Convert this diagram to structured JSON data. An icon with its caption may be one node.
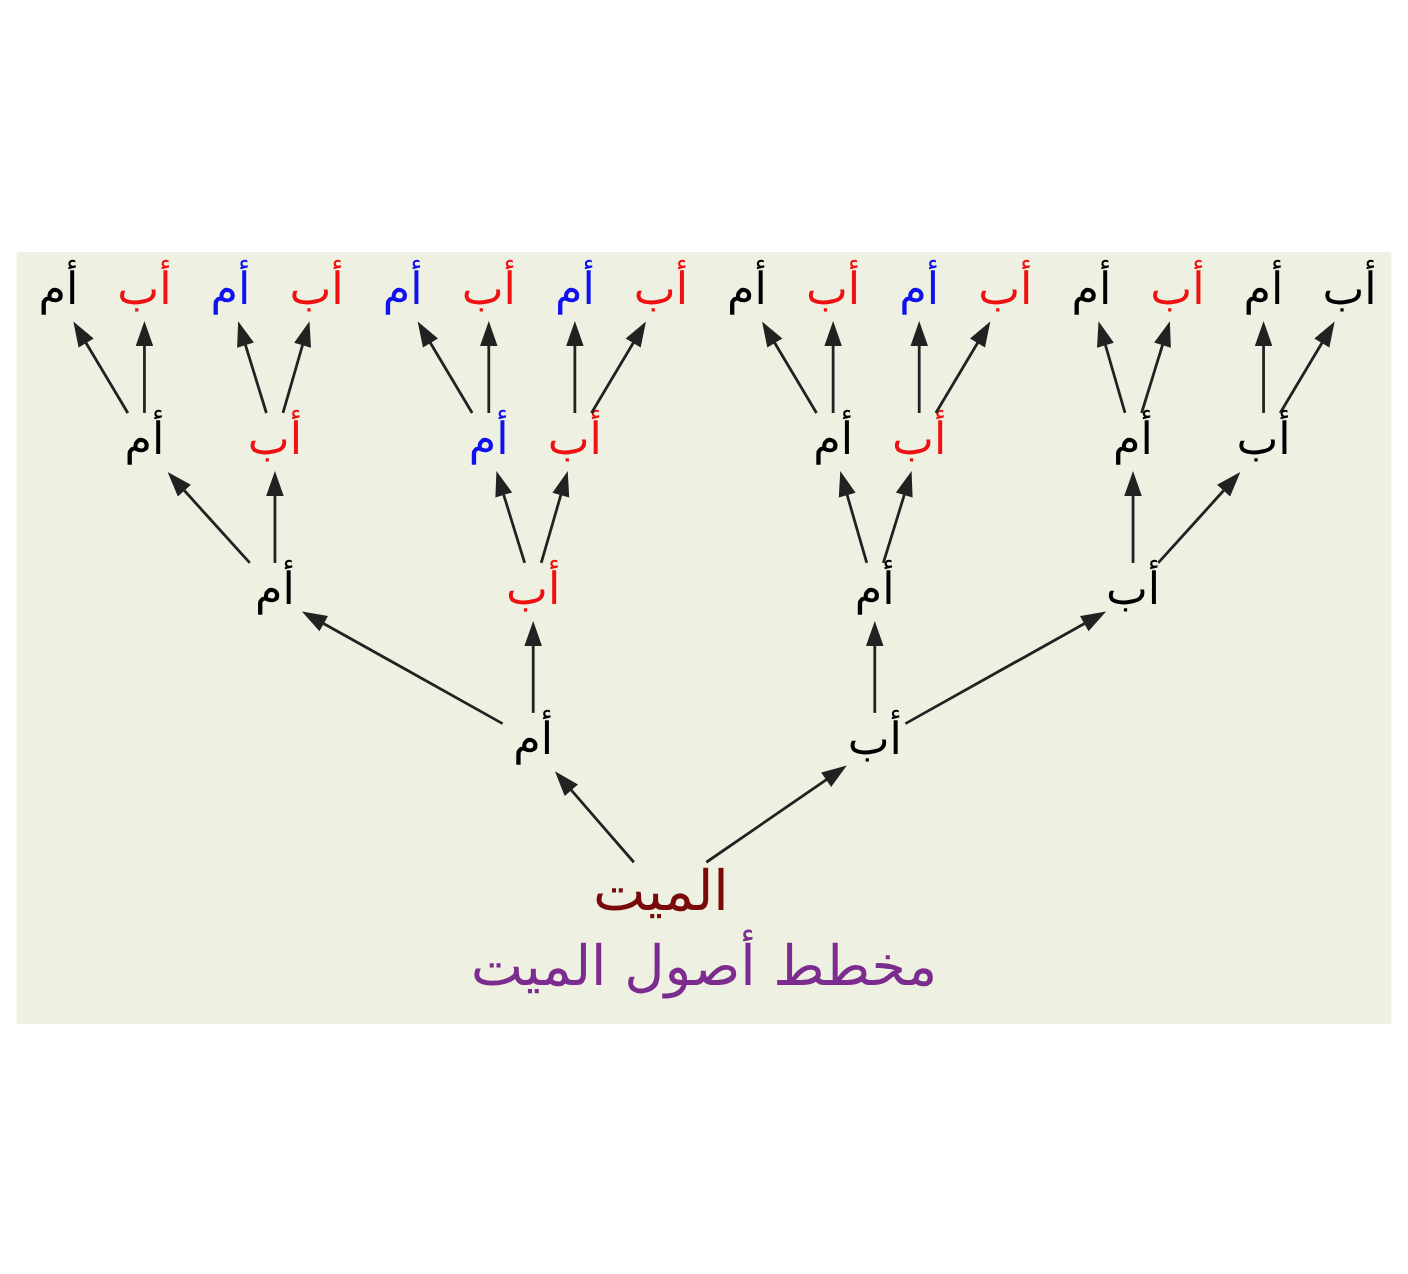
{
  "diagram": {
    "caption": "مخطط أصول الميت",
    "nodes": [
      {
        "text": [
          "أم"
        ]
      },
      {
        "text": [
          "أب"
        ]
      },
      {
        "text": [
          "أم"
        ]
      },
      {
        "text": [
          "أب"
        ]
      },
      {
        "text": [
          "أم"
        ]
      },
      {
        "text": [
          "أب"
        ]
      },
      {
        "text": [
          "أم"
        ]
      },
      {
        "text": [
          "أب"
        ]
      },
      {
        "text": [
          "أم"
        ]
      },
      {
        "text": [
          "أب"
        ]
      },
      {
        "text": [
          "أم"
        ]
      },
      {
        "text": [
          "أب"
        ]
      },
      {
        "text": [
          "أم"
        ]
      },
      {
        "text": [
          "أب"
        ]
      },
      {
        "text": [
          "أم"
        ]
      },
      {
        "text": [
          "أب"
        ]
      },
      {
        "text": [
          "أم"
        ]
      },
      {
        "text": [
          "أب"
        ]
      },
      {
        "text": [
          "أم"
        ]
      },
      {
        "text": [
          "أب"
        ]
      },
      {
        "text": [
          "أم"
        ]
      },
      {
        "text": [
          "أب"
        ]
      },
      {
        "text": [
          "أم"
        ]
      },
      {
        "text": [
          "أب"
        ]
      },
      {
        "text": [
          "أم"
        ]
      },
      {
        "text": [
          "أب"
        ]
      },
      {
        "text": [
          "أم"
        ]
      },
      {
        "text": [
          "أب"
        ]
      },
      {
        "text": [
          "أم"
        ]
      },
      {
        "text": [
          "أب"
        ]
      },
      {
        "text": [
          "الميت"
        ]
      }
    ],
    "edges": [
      {
        "from": 30,
        "to": 28,
        "arrow": "to"
      },
      {
        "from": 30,
        "to": 29,
        "arrow": "to"
      },
      {
        "from": 28,
        "to": 24,
        "arrow": "to"
      },
      {
        "from": 28,
        "to": 25,
        "arrow": "to"
      },
      {
        "from": 29,
        "to": 26,
        "arrow": "to"
      },
      {
        "from": 29,
        "to": 27,
        "arrow": "to"
      },
      {
        "from": 24,
        "to": 16,
        "arrow": "to"
      },
      {
        "from": 24,
        "to": 17,
        "arrow": "to"
      },
      {
        "from": 25,
        "to": 18,
        "arrow": "to"
      },
      {
        "from": 25,
        "to": 19,
        "arrow": "to"
      },
      {
        "from": 26,
        "to": 20,
        "arrow": "to"
      },
      {
        "from": 26,
        "to": 21,
        "arrow": "to"
      },
      {
        "from": 27,
        "to": 22,
        "arrow": "to"
      },
      {
        "from": 27,
        "to": 23,
        "arrow": "to"
      },
      {
        "from": 16,
        "to": 0,
        "arrow": "to"
      },
      {
        "from": 16,
        "to": 1,
        "arrow": "to"
      },
      {
        "from": 17,
        "to": 2,
        "arrow": "to"
      },
      {
        "from": 17,
        "to": 3,
        "arrow": "to"
      },
      {
        "from": 18,
        "to": 4,
        "arrow": "to"
      },
      {
        "from": 18,
        "to": 5,
        "arrow": "to"
      },
      {
        "from": 19,
        "to": 6,
        "arrow": "to"
      },
      {
        "from": 19,
        "to": 7,
        "arrow": "to"
      },
      {
        "from": 20,
        "to": 8,
        "arrow": "to"
      },
      {
        "from": 20,
        "to": 9,
        "arrow": "to"
      },
      {
        "from": 21,
        "to": 10,
        "arrow": "to"
      },
      {
        "from": 21,
        "to": 11,
        "arrow": "to"
      },
      {
        "from": 22,
        "to": 12,
        "arrow": "to"
      },
      {
        "from": 22,
        "to": 13,
        "arrow": "to"
      },
      {
        "from": 23,
        "to": 14,
        "arrow": "to"
      },
      {
        "from": 23,
        "to": 15,
        "arrow": "to"
      }
    ]
  }
}
